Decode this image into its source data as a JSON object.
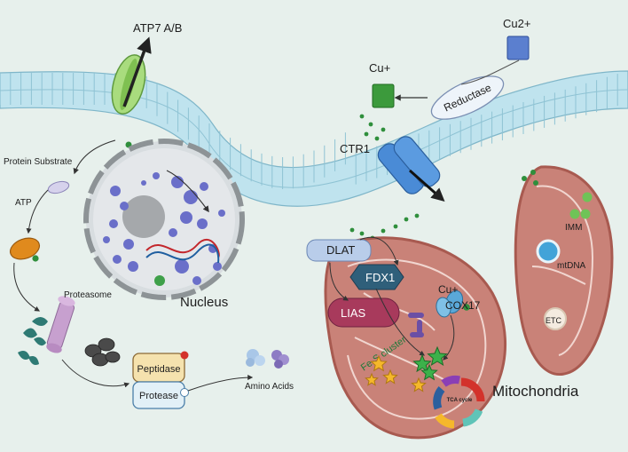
{
  "labels": {
    "atp7": "ATP7 A/B",
    "cu2": "Cu2+",
    "cu1_top": "Cu+",
    "reductase": "Reductase",
    "ctr1": "CTR1",
    "protein_substrate": "Protein Substrate",
    "atp": "ATP",
    "proteasome": "Proteasome",
    "nucleus": "Nucleus",
    "peptidase": "Peptidase",
    "protease": "Protease",
    "amino_acids": "Amino Acids",
    "dlat": "DLAT",
    "fdx1": "FDX1",
    "lias": "LIAS",
    "cu1_mito": "Cu+",
    "cox17": "COX17",
    "fes_cluster": "Fe-S cluster",
    "tca_cycle": "TCA cycle",
    "mitochondria": "Mitochondria",
    "imm": "IMM",
    "mtdna": "mtDNA",
    "etc": "ETC"
  },
  "colors": {
    "background": "#e7f0ec",
    "membrane": "#bfe3ee",
    "membrane_stroke": "#7fb6c9",
    "copper_dot": "#2f8f3c",
    "cu2_box": "#5b7fcf",
    "cu1_box": "#3c9a3c",
    "ctr1": "#4a8bd6",
    "atp7": "#a9dc7e",
    "mito_fill": "#c98278",
    "mito_outer": "#a85a50",
    "dlat": "#b9cdea",
    "fdx1": "#2f5f7a",
    "lias": "#a83a5c",
    "proteasome": "#c7a0cf",
    "peptidase": "#f5e2ae",
    "protease": "#e2f0f7",
    "nucleus_dots": "#6a6fc9"
  }
}
